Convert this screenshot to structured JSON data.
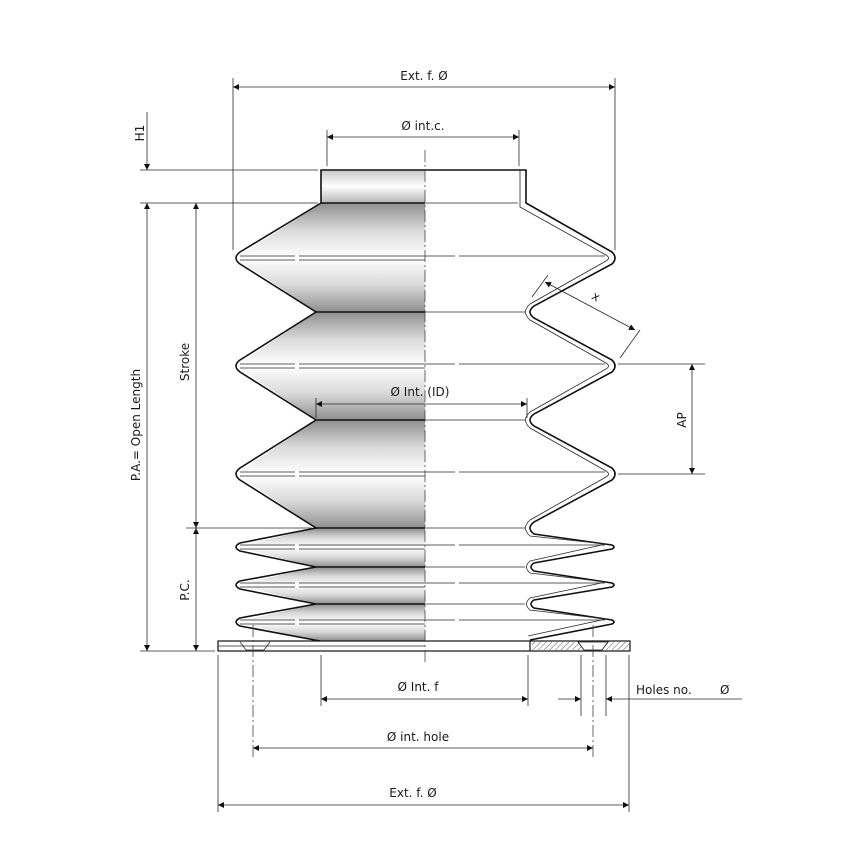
{
  "drawing": {
    "title": "Bellows technical drawing",
    "dimensions": {
      "ext_f_top": "Ext. f. Ø",
      "int_c": "Ø int.c.",
      "h1": "H1",
      "open_length": "P.A.= Open Length",
      "stroke": "Stroke",
      "pc": "P.C.",
      "int_id": "Ø Int. (ID)",
      "x": "x",
      "ap": "AP",
      "int_f": "Ø Int. f",
      "holes_no": "Holes no.",
      "holes_dia": "Ø",
      "int_hole": "Ø int. hole",
      "ext_f_bottom": "Ext. f. Ø"
    },
    "colors": {
      "line": "#111111",
      "shade_dark": "#9a9a9a",
      "shade_light": "#ffffff",
      "background": "#ffffff"
    }
  }
}
